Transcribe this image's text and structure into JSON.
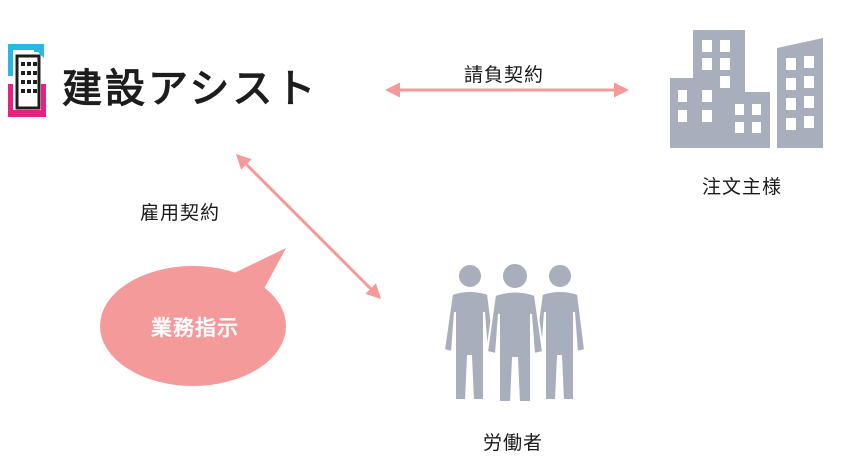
{
  "logo": {
    "name": "建設アシスト",
    "icon": "building-logo-icon",
    "colors": {
      "cyan": "#2bb7e3",
      "magenta": "#e5237e"
    }
  },
  "relations": {
    "contract_label": "請負契約",
    "employment_label": "雇用契約",
    "instruction_label": "業務指示"
  },
  "parties": {
    "client_label": "注文主様",
    "client_icon": "buildings-icon",
    "workers_label": "労働者",
    "workers_icon": "workers-group-icon"
  },
  "colors": {
    "arrow": "#f59a9a",
    "bubble": "#f59a9a",
    "icon_gray": "#a8aebb"
  }
}
